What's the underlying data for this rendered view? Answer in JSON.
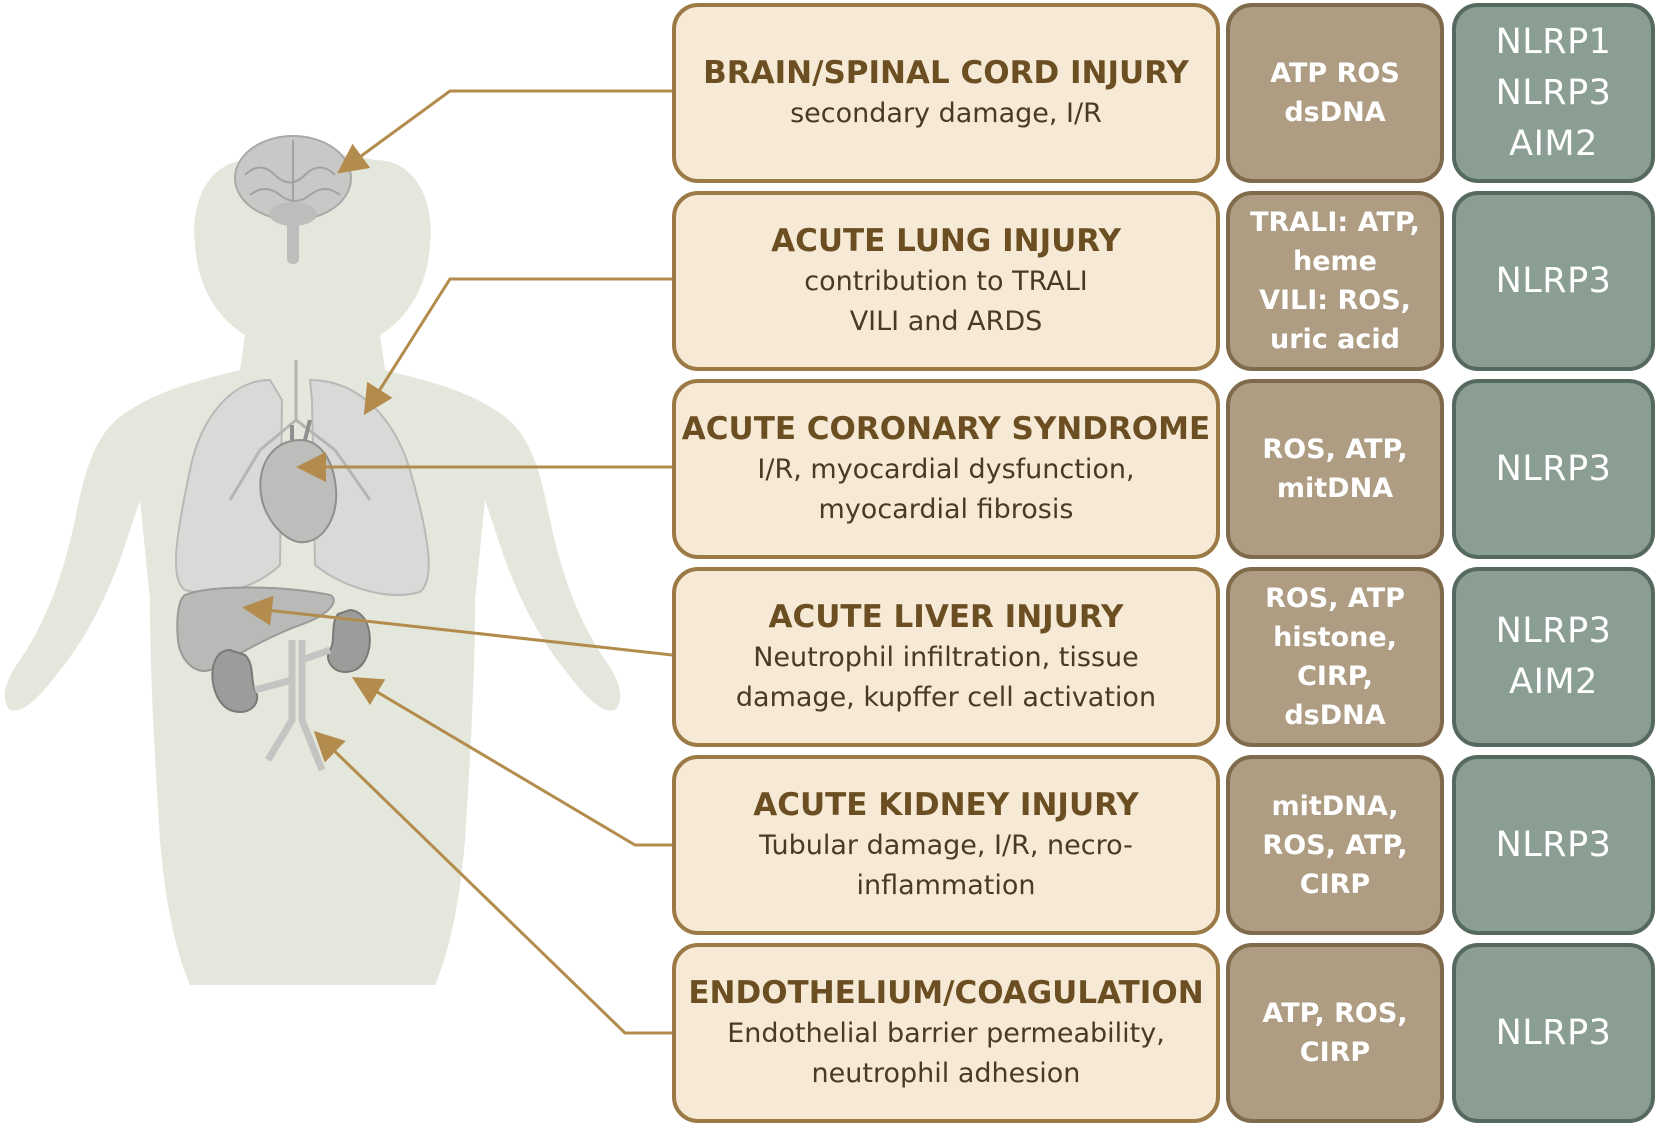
{
  "colors": {
    "injury_box": "#f6ead6",
    "injury_border": "#9b7a45",
    "damp_box": "#ae9c83",
    "inflammasome_box": "#8a9e94",
    "connector": "#b38c4d",
    "body_silhouette": "#dfe3d6",
    "organs": "#c9c9c6"
  },
  "icons": [
    "human-body-silhouette-icon",
    "brain-icon",
    "lungs-icon",
    "heart-icon",
    "liver-icon",
    "kidneys-icon",
    "blood-vessels-icon"
  ],
  "rows": [
    {
      "title": "BRAIN/SPINAL CORD INJURY",
      "description": "secondary damage, I/R",
      "damps": "ATP ROS\ndsDNA",
      "inflammasomes": "NLRP1\nNLRP3\nAIM2"
    },
    {
      "title": "ACUTE LUNG INJURY",
      "description": "contribution to TRALI\nVILI and ARDS",
      "damps": "TRALI: ATP,\nheme\nVILI: ROS,\nuric acid",
      "inflammasomes": "NLRP3"
    },
    {
      "title": "ACUTE CORONARY SYNDROME",
      "description": "I/R, myocardial dysfunction,\nmyocardial fibrosis",
      "damps": "ROS, ATP,\nmitDNA",
      "inflammasomes": "NLRP3"
    },
    {
      "title": "ACUTE LIVER INJURY",
      "description": "Neutrophil infiltration, tissue\ndamage, kupffer cell activation",
      "damps": "ROS, ATP\nhistone,\nCIRP,\ndsDNA",
      "inflammasomes": "NLRP3\nAIM2"
    },
    {
      "title": "ACUTE KIDNEY INJURY",
      "description": "Tubular damage, I/R, necro-\ninflammation",
      "damps": "mitDNA,\nROS, ATP,\nCIRP",
      "inflammasomes": "NLRP3"
    },
    {
      "title": "ENDOTHELIUM/COAGULATION",
      "description": "Endothelial barrier permeability,\nneutrophil adhesion",
      "damps": "ATP, ROS,\nCIRP",
      "inflammasomes": "NLRP3"
    }
  ]
}
